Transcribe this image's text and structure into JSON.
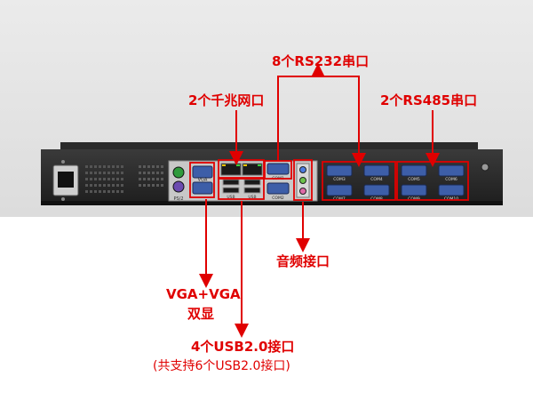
{
  "callouts": {
    "rs232": "8个RS232串口",
    "lan": "2个千兆网口",
    "rs485": "2个RS485串口",
    "audio": "音频接口",
    "vga_line1": "VGA+VGA",
    "vga_line2": "双显",
    "usb": "4个USB2.0接口",
    "usb_note": "(共支持6个USB2.0接口)"
  },
  "panel_labels": {
    "ps2": "PS/2",
    "vga": "VGA",
    "usb_left": "USB",
    "usb_right": "USB",
    "com1": "COM1",
    "com2": "COM2",
    "com3": "COM3",
    "com4": "COM4",
    "com5": "COM5",
    "com6": "COM6",
    "com7": "COM7",
    "com8": "COM8",
    "com9": "COM9",
    "com10": "COM10"
  },
  "colors": {
    "callout": "#e00000",
    "chassis": "#2b2b2b",
    "port_blue": "#3d5ea8"
  }
}
